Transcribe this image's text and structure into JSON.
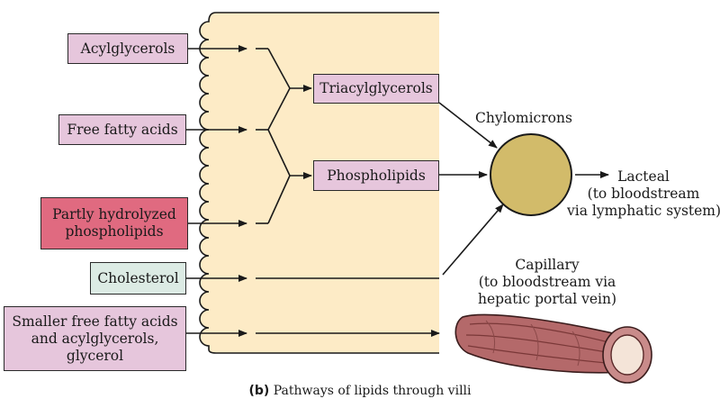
{
  "inputs": {
    "acylglycerols": "Acylglycerols",
    "free_fatty_acids": "Free fatty acids",
    "partly_hydrolyzed": [
      "Partly hydrolyzed",
      "phospholipids"
    ],
    "cholesterol": "Cholesterol",
    "smaller": [
      "Smaller free fatty acids",
      "and acylglycerols,",
      "glycerol"
    ]
  },
  "products": {
    "triacylglycerols": "Triacylglycerols",
    "phospholipids": "Phospholipids"
  },
  "labels": {
    "chylomicrons": "Chylomicrons",
    "lacteal": [
      "Lacteal",
      "(to bloodstream",
      "via lymphatic system)"
    ],
    "capillary": [
      "Capillary",
      "(to bloodstream via",
      "hepatic portal vein)"
    ]
  },
  "caption": {
    "tag": "(b)",
    "text": " Pathways of lipids through villi"
  },
  "colors": {
    "cell": "#fdebc6",
    "box_pink": "#e6c6dc",
    "box_red": "#e06a80",
    "box_green": "#dcebe4",
    "chylomicron": "#d2bb6a",
    "capillary": "#b4696a"
  }
}
